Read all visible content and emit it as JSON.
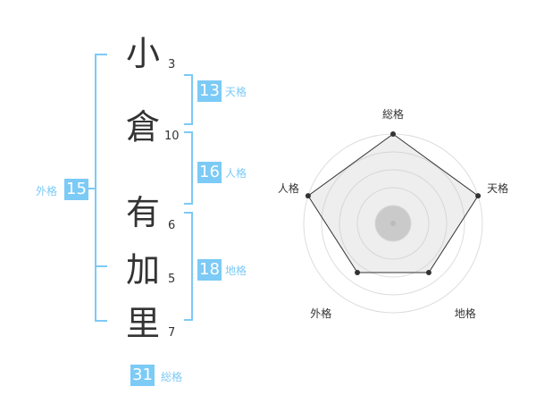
{
  "name": {
    "characters": [
      {
        "char": "小",
        "strokes": "3"
      },
      {
        "char": "倉",
        "strokes": "10"
      },
      {
        "char": "有",
        "strokes": "6"
      },
      {
        "char": "加",
        "strokes": "5"
      },
      {
        "char": "里",
        "strokes": "7"
      }
    ]
  },
  "fortune": {
    "tenkaku": {
      "value": "13",
      "label": "天格"
    },
    "jinkaku": {
      "value": "16",
      "label": "人格"
    },
    "chikaku": {
      "value": "18",
      "label": "地格"
    },
    "gaikaku": {
      "value": "15",
      "label": "外格"
    },
    "soukaku": {
      "value": "31",
      "label": "総格"
    }
  },
  "colors": {
    "accent": "#7ccaf6",
    "text": "#333333"
  },
  "chart_data": {
    "type": "radar",
    "axes": [
      "総格",
      "天格",
      "地格",
      "外格",
      "人格"
    ],
    "values": [
      1.0,
      1.0,
      0.68,
      0.68,
      1.0
    ],
    "range": [
      0,
      1
    ],
    "rings": 5
  }
}
